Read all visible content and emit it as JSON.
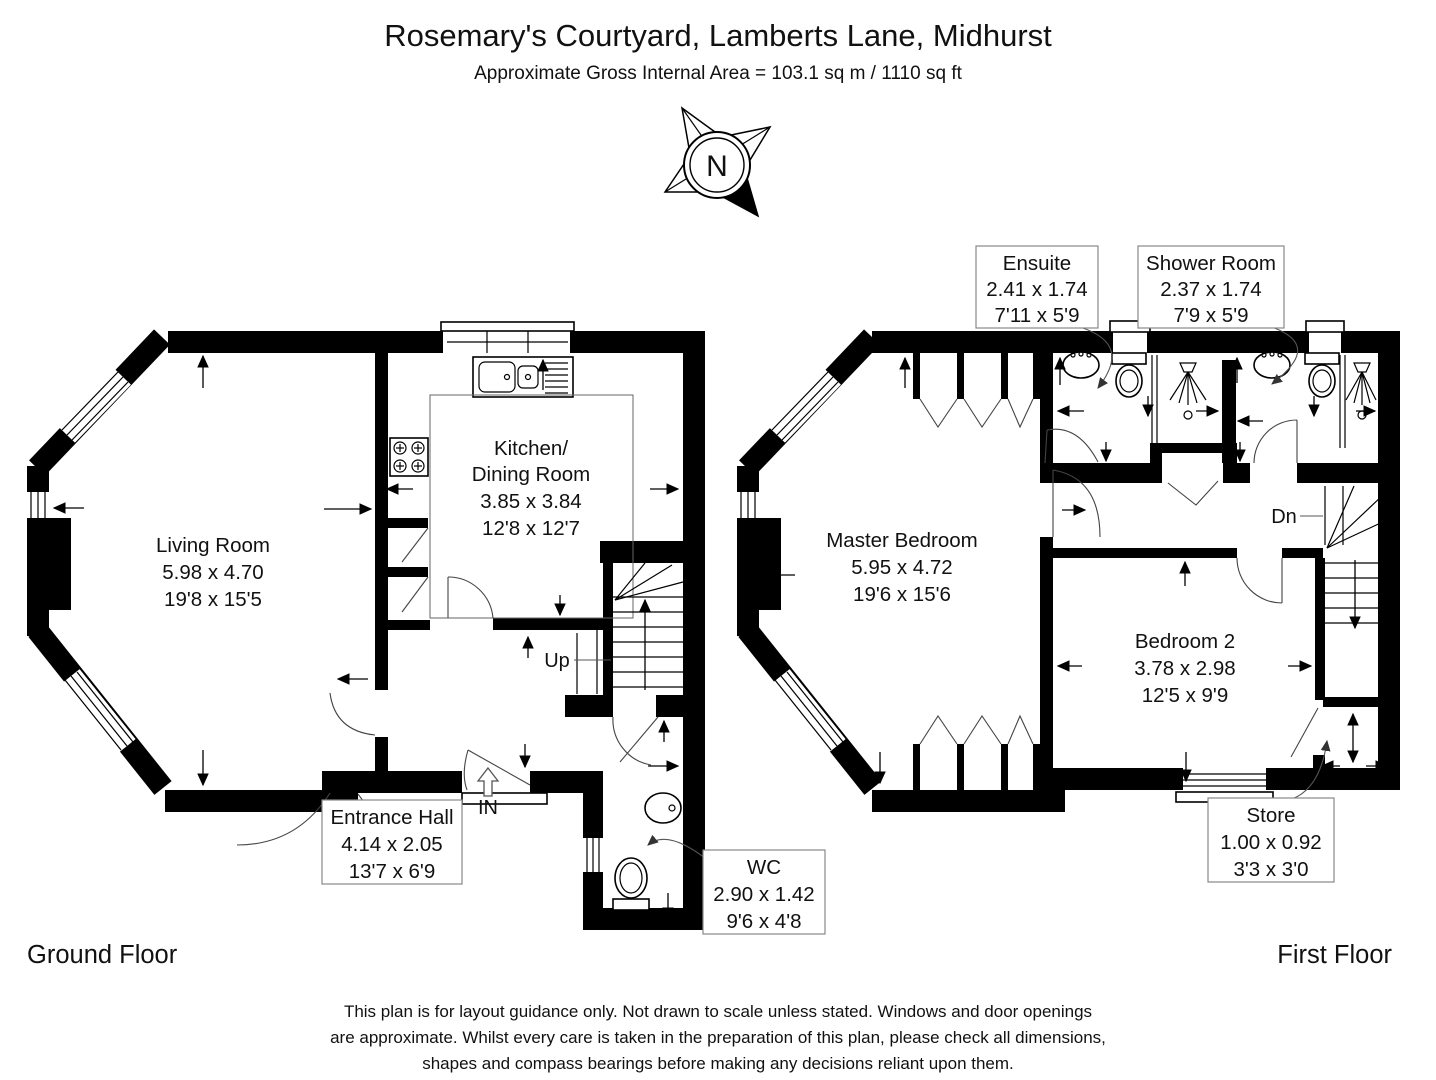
{
  "header": {
    "title": "Rosemary's Courtyard, Lamberts Lane, Midhurst",
    "subtitle": "Approximate Gross Internal Area = 103.1 sq m / 1110 sq ft"
  },
  "compass": {
    "north_label": "N"
  },
  "floors": {
    "ground": {
      "name": "Ground Floor",
      "stairs_label": "Up",
      "entrance_label": "IN",
      "rooms": {
        "living_room": {
          "name": "Living Room",
          "metric": "5.98 x 4.70",
          "imperial": "19'8 x 15'5"
        },
        "kitchen": {
          "name_line1": "Kitchen/",
          "name_line2": "Dining Room",
          "metric": "3.85 x 3.84",
          "imperial": "12'8 x 12'7"
        },
        "entrance_hall": {
          "name": "Entrance Hall",
          "metric": "4.14 x 2.05",
          "imperial": "13'7 x 6'9"
        },
        "wc": {
          "name": "WC",
          "metric": "2.90 x 1.42",
          "imperial": "9'6 x 4'8"
        }
      }
    },
    "first": {
      "name": "First Floor",
      "stairs_label": "Dn",
      "rooms": {
        "master_bedroom": {
          "name": "Master Bedroom",
          "metric": "5.95 x 4.72",
          "imperial": "19'6 x 15'6"
        },
        "bedroom_2": {
          "name": "Bedroom 2",
          "metric": "3.78 x 2.98",
          "imperial": "12'5 x 9'9"
        },
        "ensuite": {
          "name": "Ensuite",
          "metric": "2.41 x 1.74",
          "imperial": "7'11 x 5'9"
        },
        "shower_room": {
          "name": "Shower Room",
          "metric": "2.37 x 1.74",
          "imperial": "7'9 x 5'9"
        },
        "store": {
          "name": "Store",
          "metric": "1.00 x 0.92",
          "imperial": "3'3 x 3'0"
        }
      }
    }
  },
  "footer": {
    "line1": "This plan is for layout guidance only. Not drawn to scale unless stated. Windows and door openings",
    "line2": "are approximate. Whilst every care is taken in the preparation of this plan, please check all dimensions,",
    "line3": "shapes and compass bearings before making any decisions reliant upon them."
  },
  "colors": {
    "wall": "#000000",
    "text": "#111111",
    "leader": "#555555",
    "label_box_border": "#888888"
  }
}
